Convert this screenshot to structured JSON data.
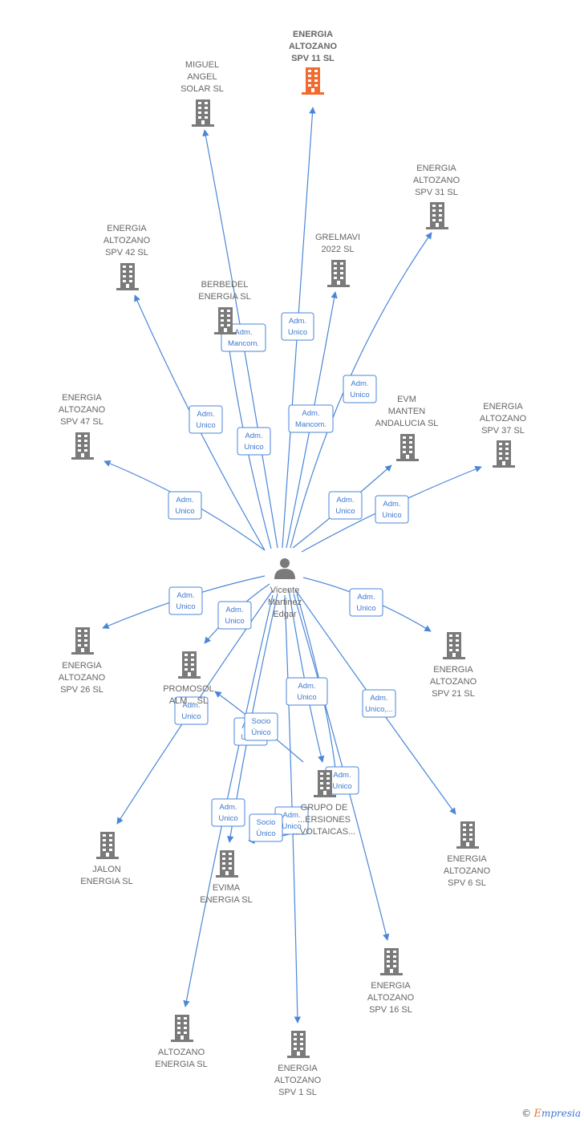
{
  "colors": {
    "edge": "#4a86d8",
    "building": "#7a7a7a",
    "focus_building": "#f26a2e",
    "person": "#7a7a7a"
  },
  "center": {
    "name": [
      "Vicente",
      "Martinez",
      "Edgar"
    ],
    "icon": "person-icon"
  },
  "nodes": [
    {
      "id": "spv11",
      "label": [
        "ENERGIA",
        "ALTOZANO",
        "SPV 11  SL"
      ],
      "focus": true
    },
    {
      "id": "miguel",
      "label": [
        "MIGUEL",
        "ANGEL",
        "SOLAR SL"
      ]
    },
    {
      "id": "spv31",
      "label": [
        "ENERGIA",
        "ALTOZANO",
        "SPV 31  SL"
      ]
    },
    {
      "id": "grelmavi",
      "label": [
        "GRELMAVI",
        "2022  SL"
      ]
    },
    {
      "id": "spv42",
      "label": [
        "ENERGIA",
        "ALTOZANO",
        "SPV 42  SL"
      ]
    },
    {
      "id": "berbedel",
      "label": [
        "BERBEDEL",
        "ENERGIA  SL"
      ]
    },
    {
      "id": "spv47",
      "label": [
        "ENERGIA",
        "ALTOZANO",
        "SPV 47  SL"
      ]
    },
    {
      "id": "evm",
      "label": [
        "EVM",
        "MANTEN",
        "ANDALUCIA  SL"
      ]
    },
    {
      "id": "spv37",
      "label": [
        "ENERGIA",
        "ALTOZANO",
        "SPV 37  SL"
      ]
    },
    {
      "id": "spv26",
      "label": [
        "ENERGIA",
        "ALTOZANO",
        "SPV 26  SL"
      ]
    },
    {
      "id": "promosol",
      "label": [
        "PROMOSOL",
        "ALM...  SL"
      ]
    },
    {
      "id": "spv21",
      "label": [
        "ENERGIA",
        "ALTOZANO",
        "SPV 21  SL"
      ]
    },
    {
      "id": "grupo",
      "label": [
        "GRUPO DE",
        "...ERSIONES",
        "...VOLTAICAS..."
      ]
    },
    {
      "id": "jalon",
      "label": [
        "JALON",
        "ENERGIA  SL"
      ]
    },
    {
      "id": "evima",
      "label": [
        "EVIMA",
        "ENERGIA  SL"
      ]
    },
    {
      "id": "spv6",
      "label": [
        "ENERGIA",
        "ALTOZANO",
        "SPV 6  SL"
      ]
    },
    {
      "id": "spv16",
      "label": [
        "ENERGIA",
        "ALTOZANO",
        "SPV 16  SL"
      ]
    },
    {
      "id": "altoz",
      "label": [
        "ALTOZANO",
        "ENERGIA  SL"
      ]
    },
    {
      "id": "spv1",
      "label": [
        "ENERGIA",
        "ALTOZANO",
        "SPV 1  SL"
      ]
    }
  ],
  "edge_labels": [
    [
      "Adm.",
      "Unico"
    ],
    [
      "Adm.",
      "Mancom."
    ],
    [
      "Adm.",
      "Unico"
    ],
    [
      "Adm.",
      "Unico"
    ],
    [
      "Adm.",
      "Mancom."
    ],
    [
      "Adm.",
      "Unico"
    ],
    [
      "Adm.",
      "Unico"
    ],
    [
      "Adm.",
      "Unico"
    ],
    [
      "Adm.",
      "Unico"
    ],
    [
      "Adm.",
      "Unico"
    ],
    [
      "Adm.",
      "Unico"
    ],
    [
      "Adm.",
      "Unico"
    ],
    [
      "Adm.",
      "Unico"
    ],
    [
      "Adm.",
      "Unico,..."
    ],
    [
      "Adm.",
      "Unico"
    ],
    [
      "Adm.",
      "Unico"
    ],
    [
      "Adm.",
      "Unico"
    ],
    [
      "Socio",
      "Único"
    ],
    [
      "Adm.",
      "Unico"
    ],
    [
      "Adm.",
      "Unico"
    ],
    [
      "Socio",
      "Único"
    ],
    [
      "Adm.",
      "Unico"
    ]
  ],
  "brand": {
    "copyright": "©",
    "initial": "E",
    "rest": "mpresia"
  }
}
